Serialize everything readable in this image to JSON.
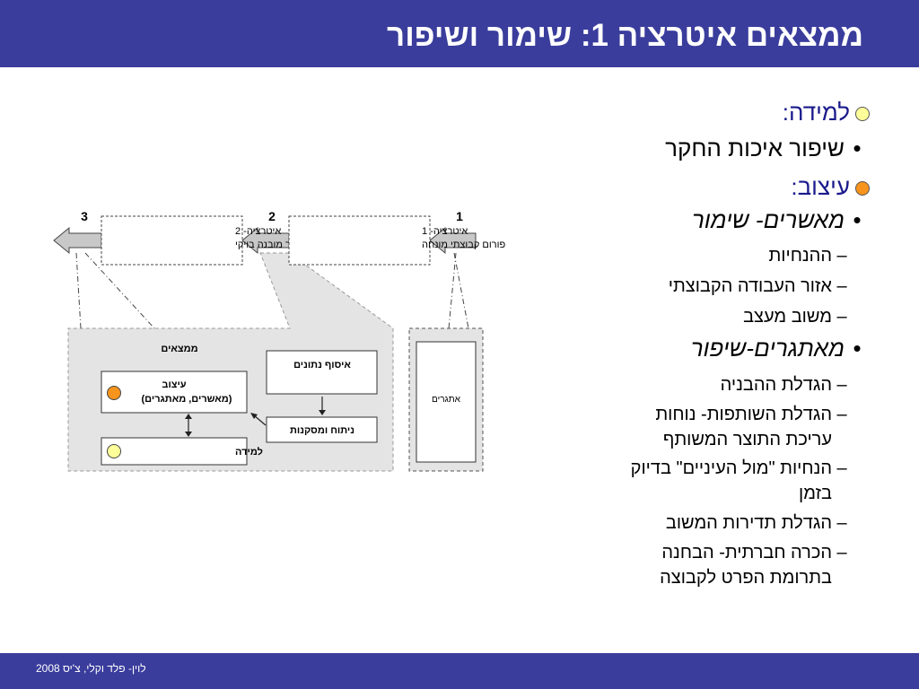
{
  "slide": {
    "title": "ממצאים איטרציה 1: שימור ושיפור",
    "footer": "לוין- פלד וקלי, צ'יס 2008"
  },
  "outline": {
    "learning_heading": "למידה:",
    "learning_item": "שיפור איכות החקר",
    "design_heading": "עיצוב:",
    "enablers_heading": "מאשרים- שימור",
    "enablers_items": [
      "ההנחיות",
      "אזור העבודה הקבוצתי",
      "משוב מעצב"
    ],
    "challengers_heading": "מאתגרים-שיפור",
    "challengers_items": [
      "הגדלת ההבניה",
      "הגדלת השותפות- נוחות",
      "עריכת התוצר המשותף",
      "הנחיות \"מול העיניים\" בדיוק",
      "בזמן",
      "הגדלת תדירות המשוב",
      "הכרה חברתית- הבחנה",
      "בתרומת הפרט לקבוצה"
    ]
  },
  "diagram": {
    "step1_number": "1",
    "step2_number": "2",
    "step3_number": "3",
    "iteration1_title": "איטרציה- 1",
    "iteration1_subtitle": "פורום קבוצתי מונחה",
    "iteration2_title": "איטרציה- 2",
    "iteration2_subtitle": "חקר מובנה בויקי",
    "findings_label": "ממצאים",
    "data_collection": "איסוף נתונים",
    "analysis": "ניתוח ומסקנות",
    "design_label": "עיצוב",
    "design_detail": "(מאשרים, מאתגרים)",
    "learning_label": "למידה",
    "challengers_label": "אתגרים"
  },
  "colors": {
    "title_bar": "#3a3d9c",
    "heading_text": "#1a1a8c",
    "learning_circle": "#ffff99",
    "design_circle": "#f7941d",
    "panel_gray": "#e4e4e4"
  }
}
